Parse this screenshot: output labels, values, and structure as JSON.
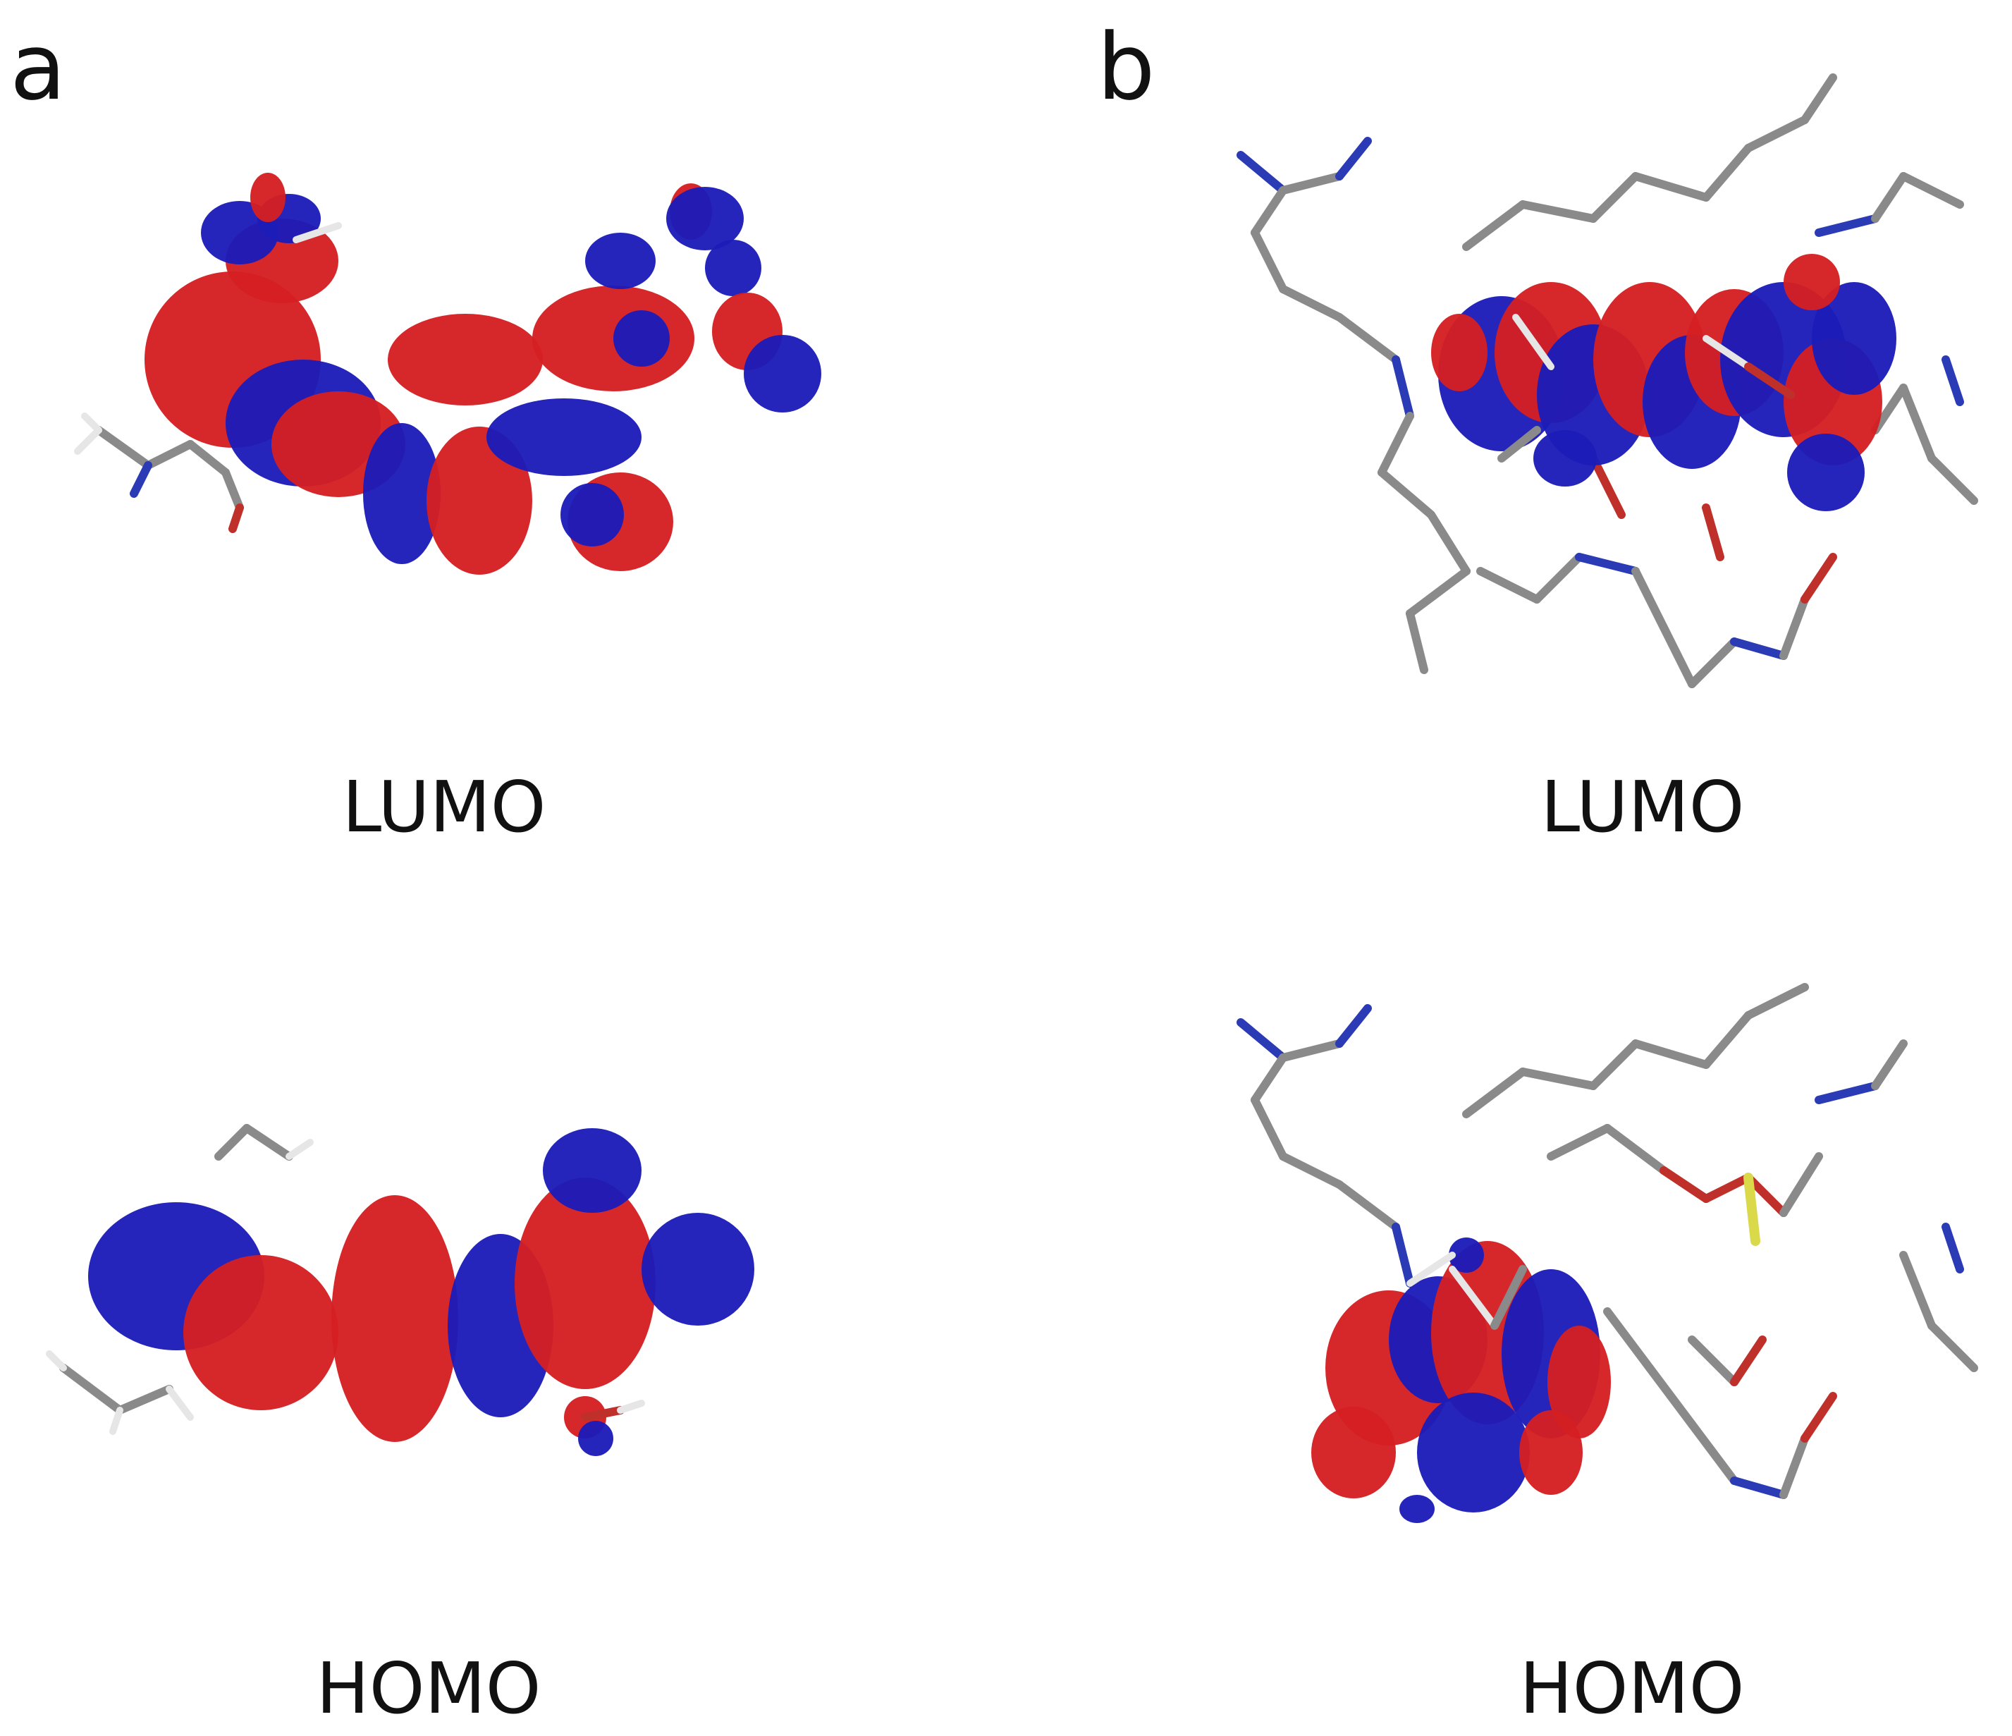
{
  "figure": {
    "panels": [
      {
        "letter": "a",
        "top_label": "LUMO",
        "bottom_label": "HOMO"
      },
      {
        "letter": "b",
        "top_label": "LUMO",
        "bottom_label": "HOMO"
      }
    ]
  },
  "colors": {
    "lobe_positive": "#d41f22",
    "lobe_negative": "#1c1cb8",
    "bond_carbon": "#8a8a8a",
    "bond_nitrogen": "#2a3bb5",
    "bond_oxygen": "#c0302a",
    "hydrogen": "#e6e6e6",
    "sulfur": "#d9d94a"
  }
}
